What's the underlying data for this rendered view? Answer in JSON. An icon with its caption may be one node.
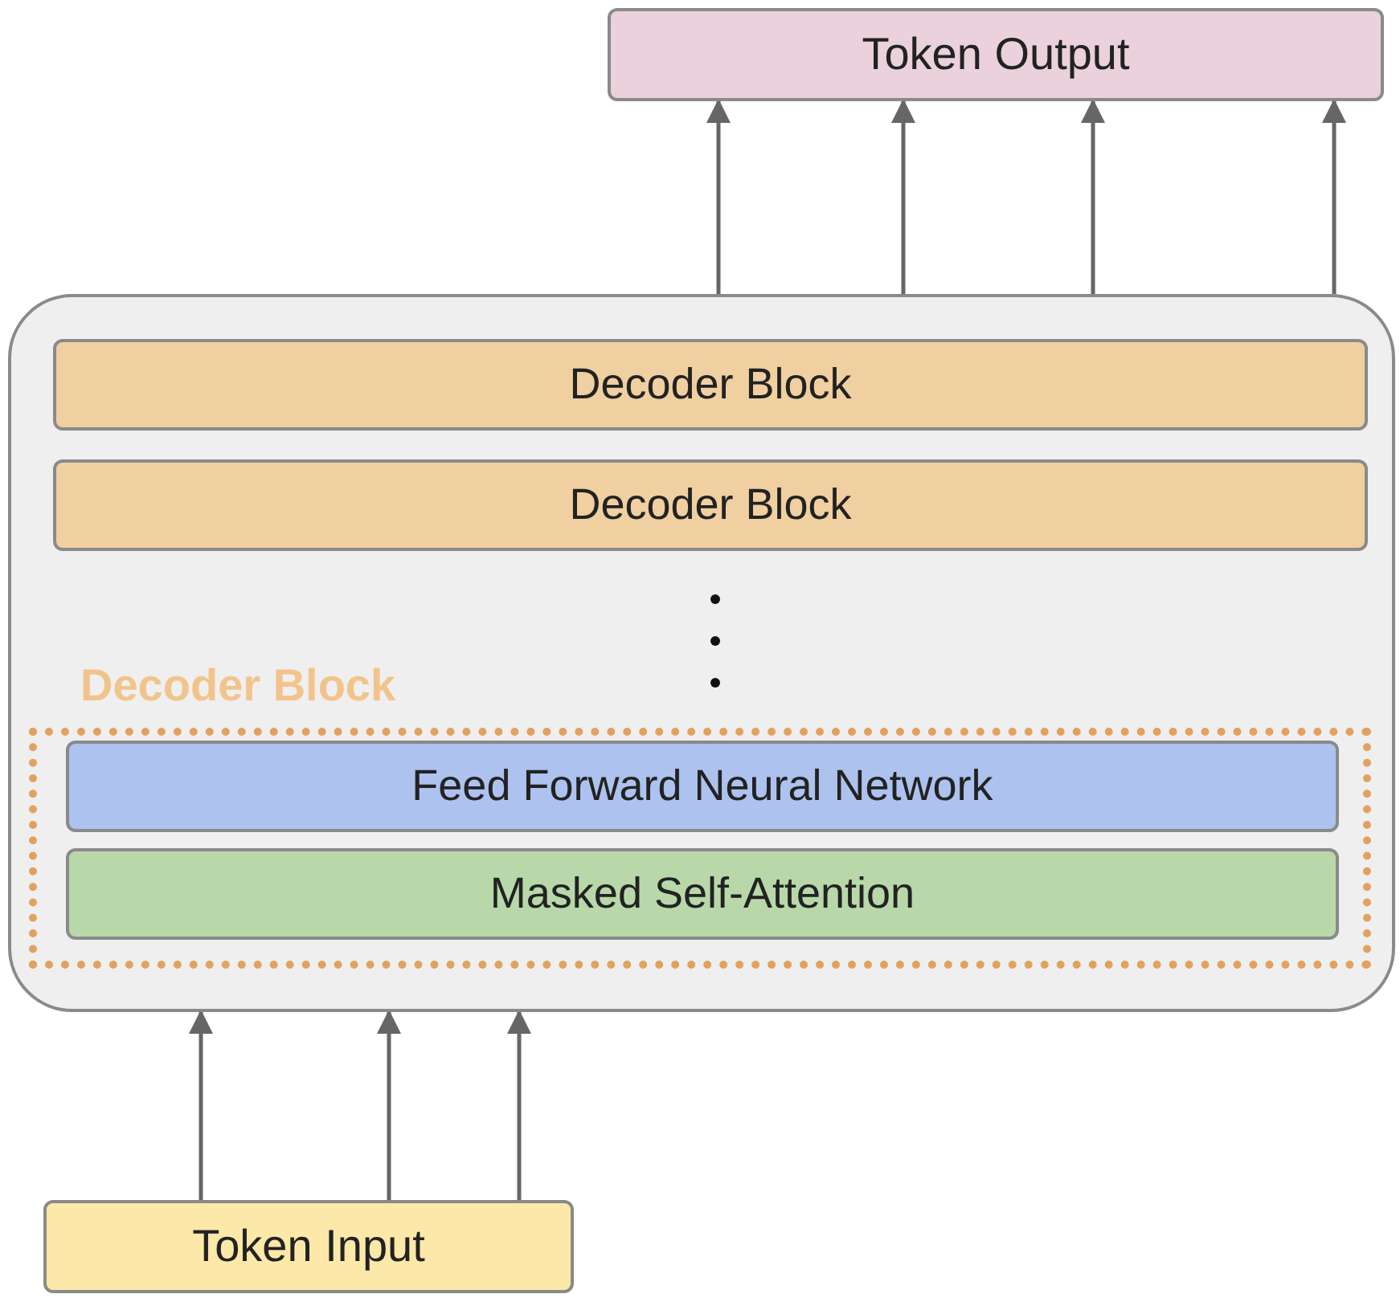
{
  "diagram": {
    "nodes": [
      {
        "text": [
          "Token Output"
        ]
      },
      {
        "text": [],
        "shape": "box"
      },
      {
        "text": [
          "Decoder Block"
        ],
        "in": 1
      },
      {
        "text": [
          "Decoder Block"
        ],
        "in": 1
      },
      {
        "text": [
          "Decoder Block"
        ],
        "in": 1
      },
      {
        "text": [
          "Feed Forward Neural Network"
        ],
        "in": 4
      },
      {
        "text": [
          "Masked Self-Attention"
        ],
        "in": 4
      },
      {
        "text": [
          "Token Input"
        ]
      }
    ],
    "edges": [
      {
        "from": 1,
        "to": 0,
        "arrow": "to"
      },
      {
        "from": 1,
        "to": 0,
        "arrow": "to"
      },
      {
        "from": 1,
        "to": 0,
        "arrow": "to"
      },
      {
        "from": 1,
        "to": 0,
        "arrow": "to"
      },
      {
        "from": 7,
        "to": 1,
        "arrow": "to"
      },
      {
        "from": 7,
        "to": 1,
        "arrow": "to"
      },
      {
        "from": 7,
        "to": 1,
        "arrow": "to"
      }
    ]
  }
}
